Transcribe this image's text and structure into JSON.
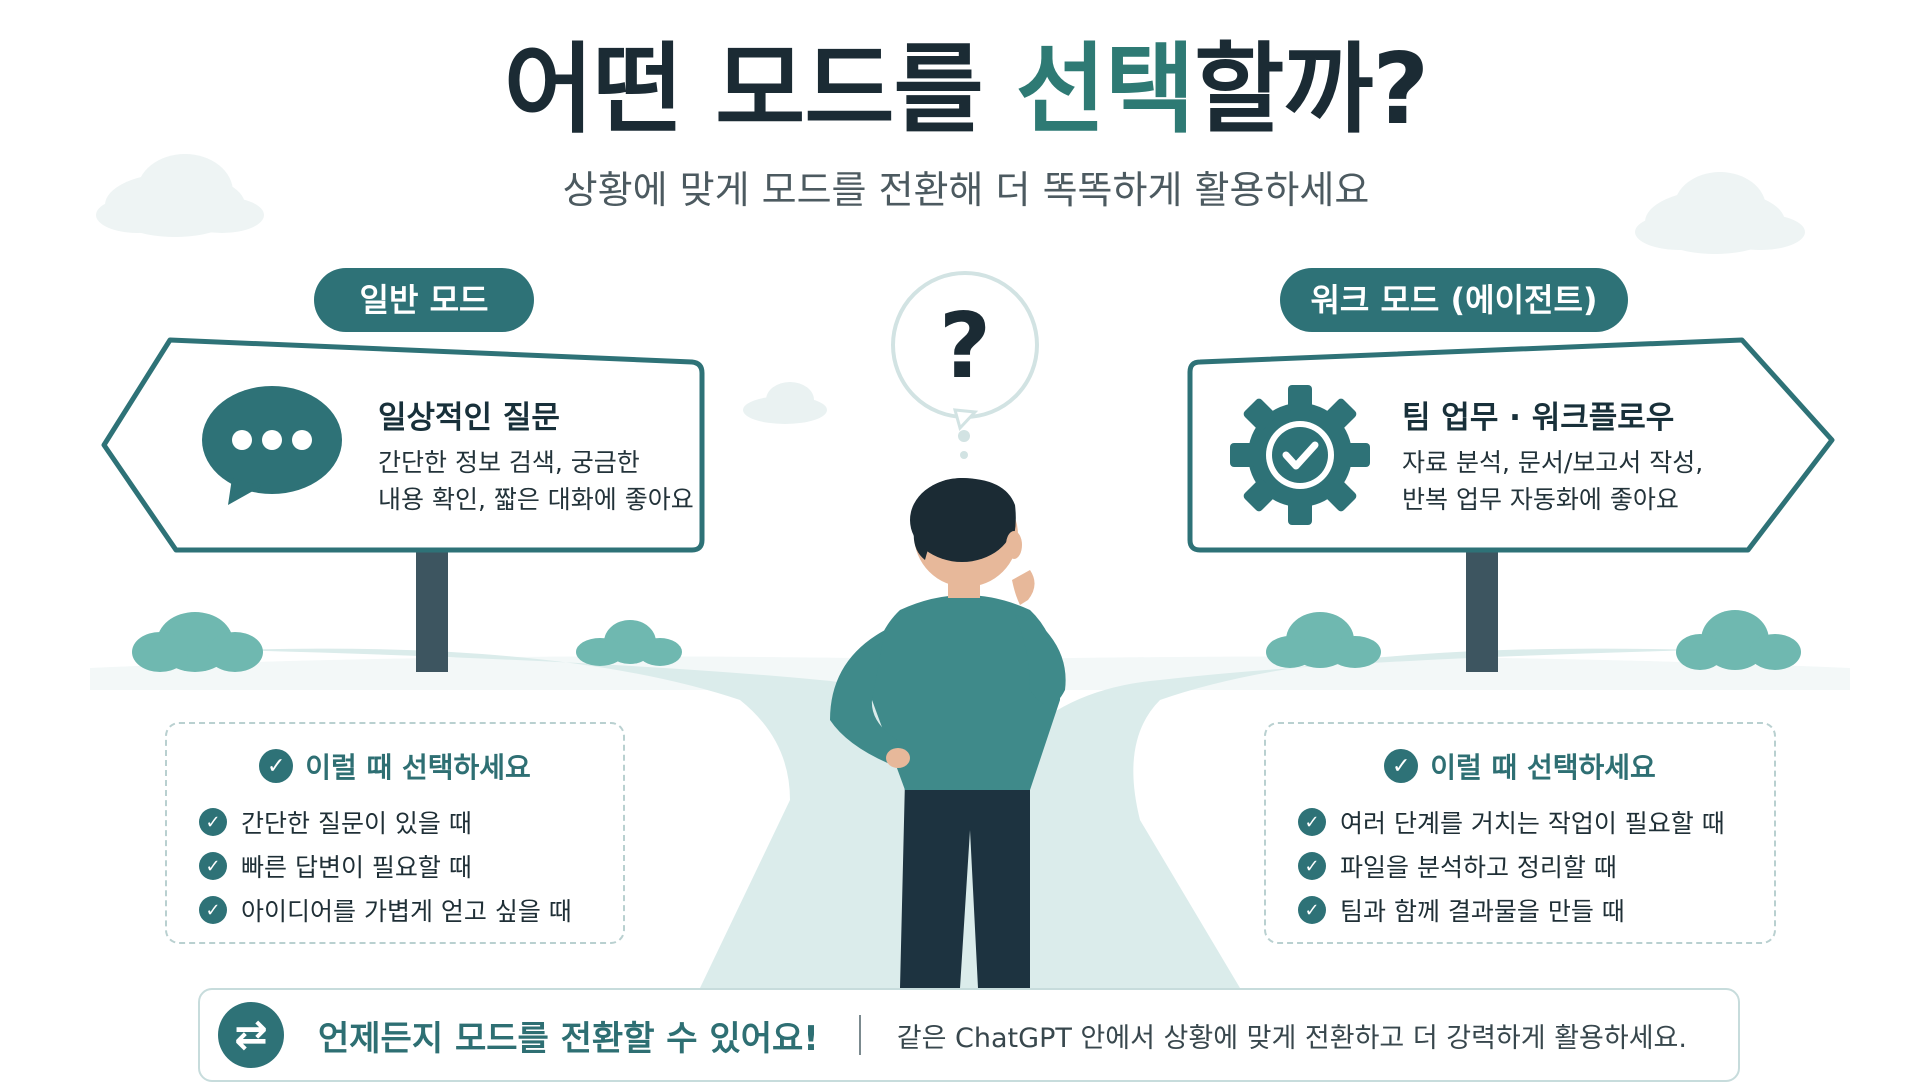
{
  "title": {
    "part1": "어떤 모드를 ",
    "accent": "선택",
    "part2": "할까?"
  },
  "subtitle": "상황에 맞게 모드를 전환해 더 똑똑하게 활용하세요",
  "left": {
    "mode_label": "일반 모드",
    "sign_title": "일상적인 질문",
    "sign_desc_line1": "간단한 정보 검색, 궁금한",
    "sign_desc_line2": "내용 확인, 짧은 대화에 좋아요",
    "icon": "chat-bubble-icon",
    "choose_header": "이럴 때 선택하세요",
    "items": [
      "간단한 질문이 있을 때",
      "빠른 답변이 필요할 때",
      "아이디어를 가볍게 얻고 싶을 때"
    ]
  },
  "right": {
    "mode_label": "워크 모드 (에이전트)",
    "sign_title": "팀 업무 · 워크플로우",
    "sign_desc_line1": "자료 분석, 문서/보고서 작성,",
    "sign_desc_line2": "반복 업무 자동화에 좋아요",
    "icon": "gear-check-icon",
    "choose_header": "이럴 때 선택하세요",
    "items": [
      "여러 단계를 거치는 작업이 필요할 때",
      "파일을 분석하고 정리할 때",
      "팀과 함께 결과물을 만들 때"
    ]
  },
  "center_icon": "question-mark-icon",
  "banner": {
    "icon": "switch-arrows-icon",
    "title": "언제든지 모드를 전환할 수 있어요!",
    "text": "같은 ChatGPT 안에서 상황에 맞게 전환하고 더 강력하게 활용하세요."
  },
  "colors": {
    "accent": "#2e7a74",
    "teal_dark": "#2e7277",
    "navy": "#1b2b34",
    "path": "#dbeceb"
  }
}
